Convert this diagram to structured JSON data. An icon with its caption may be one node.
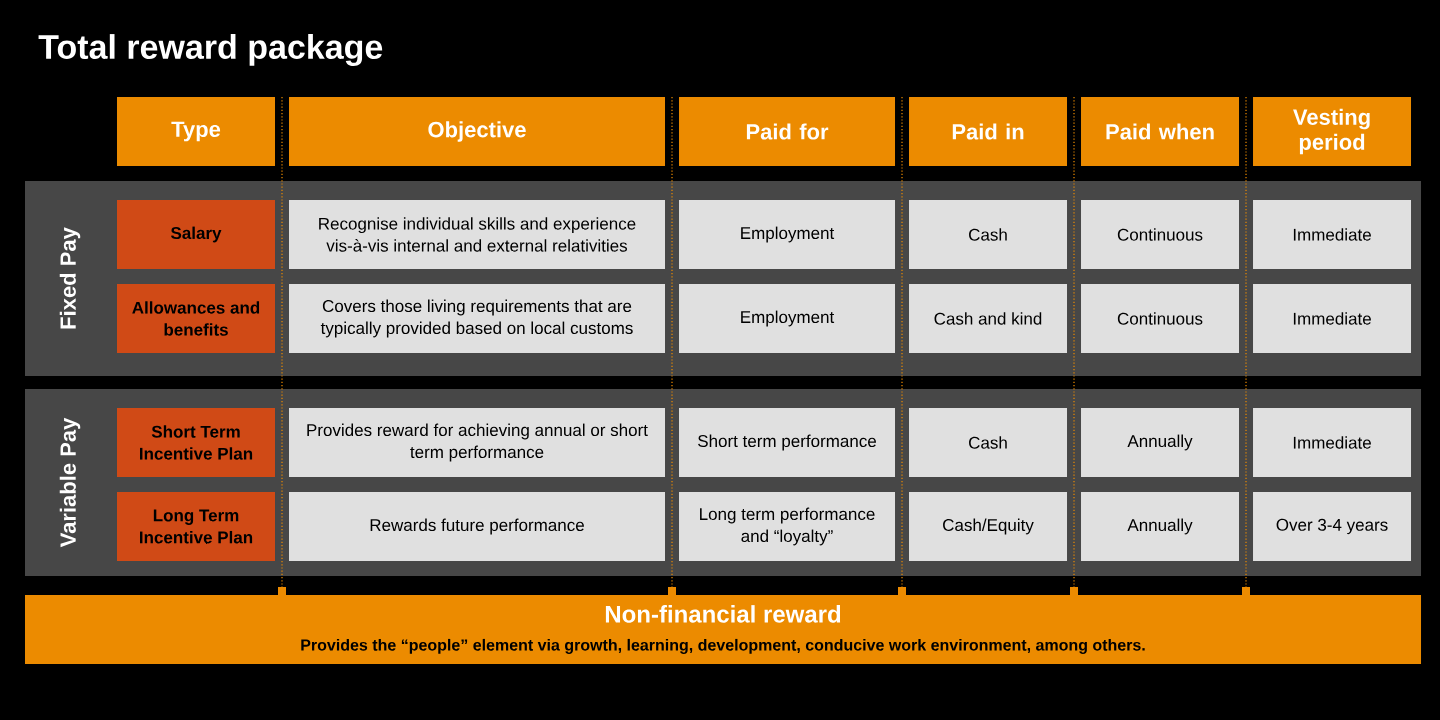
{
  "diagram": {
    "title": "Total reward package",
    "nodes": [
      {
        "text": [
          "Type"
        ]
      },
      {
        "text": [
          "Objective"
        ]
      },
      {
        "text": [
          "Paid for"
        ]
      },
      {
        "text": [
          "Paid in"
        ]
      },
      {
        "text": [
          "Paid when"
        ]
      },
      {
        "text": [
          "Vesting period"
        ]
      },
      {
        "text": [
          "Fixed Pay"
        ]
      },
      {
        "text": [
          "Salary"
        ],
        "in": 6
      },
      {
        "text": [
          "Recognise individual skills and experience vis-à-vis internal and external relativities"
        ],
        "in": 6
      },
      {
        "text": [
          "Employment"
        ],
        "in": 6
      },
      {
        "text": [
          "Cash"
        ],
        "in": 6
      },
      {
        "text": [
          "Continuous"
        ],
        "in": 6
      },
      {
        "text": [
          "Immediate"
        ],
        "in": 6
      },
      {
        "text": [
          "Allowances and benefits"
        ],
        "in": 6
      },
      {
        "text": [
          "Covers those living requirements that are typically provided based on local customs"
        ],
        "in": 6
      },
      {
        "text": [
          "Employment"
        ],
        "in": 6
      },
      {
        "text": [
          "Cash and kind"
        ],
        "in": 6
      },
      {
        "text": [
          "Continuous"
        ],
        "in": 6
      },
      {
        "text": [
          "Immediate"
        ],
        "in": 6
      },
      {
        "text": [
          "Variable Pay"
        ]
      },
      {
        "text": [
          "Short Term Incentive Plan"
        ],
        "in": 19
      },
      {
        "text": [
          "Provides reward for achieving annual or short term performance"
        ],
        "in": 19
      },
      {
        "text": [
          "Short term performance"
        ],
        "in": 19
      },
      {
        "text": [
          "Cash"
        ],
        "in": 19
      },
      {
        "text": [
          "Annually"
        ],
        "in": 19
      },
      {
        "text": [
          "Immediate"
        ],
        "in": 19
      },
      {
        "text": [
          "Long Term Incentive Plan"
        ],
        "in": 19
      },
      {
        "text": [
          "Rewards future performance"
        ],
        "in": 19
      },
      {
        "text": [
          "Long term performance and “loyalty”"
        ],
        "in": 19
      },
      {
        "text": [
          "Cash/Equity"
        ],
        "in": 19
      },
      {
        "text": [
          "Annually"
        ],
        "in": 19
      },
      {
        "text": [
          "Over 3-4 years"
        ],
        "in": 19
      },
      {
        "text": [
          "Non-financial reward",
          "Provides the “people” element via growth, learning, development, conducive work environment, among others."
        ]
      }
    ]
  }
}
